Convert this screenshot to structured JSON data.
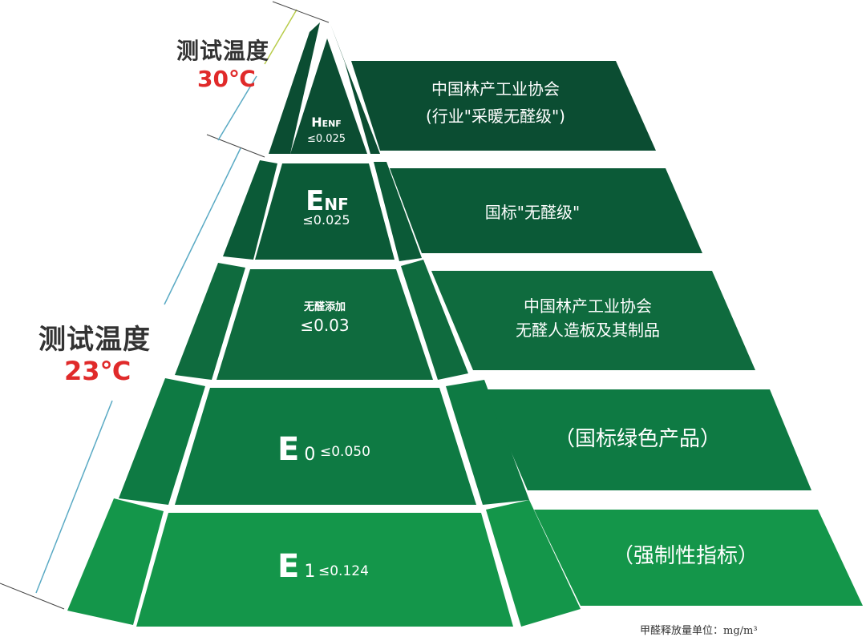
{
  "temperatures": {
    "upper": {
      "label": "测试温度",
      "value": "30℃"
    },
    "lower": {
      "label": "测试温度",
      "value": "23℃"
    }
  },
  "tiers": [
    {
      "code_main": "H",
      "code_sub": "ENF",
      "limit": "≤0.025",
      "desc": [
        "中国林产工业协会",
        "(行业\"采暖无醛级\")"
      ],
      "color": "#0b4d32"
    },
    {
      "code_main": "E",
      "code_sub": "NF",
      "limit": "≤0.025",
      "desc": [
        "国标\"无醛级\""
      ],
      "color": "#0b5a37"
    },
    {
      "code_main": "无醛添加",
      "code_sub": "",
      "limit": "≤0.03",
      "desc": [
        "中国林产工业协会",
        "无醛人造板及其制品"
      ],
      "color": "#0f6b3e"
    },
    {
      "code_main": "E",
      "code_sub": "0",
      "limit": "≤0.050",
      "desc": [
        "（国标绿色产品）"
      ],
      "color": "#0e7a43"
    },
    {
      "code_main": "E",
      "code_sub": "1",
      "limit": "≤0.124",
      "desc": [
        "（强制性指标）"
      ],
      "color": "#14964a"
    }
  ],
  "unit_note": {
    "label": "甲醛释放量单位：",
    "unit": "mg/m³"
  },
  "colors": {
    "temp_value": "#e02a2a",
    "temp_label": "#333333",
    "bracket_line": "#5aaac4"
  }
}
